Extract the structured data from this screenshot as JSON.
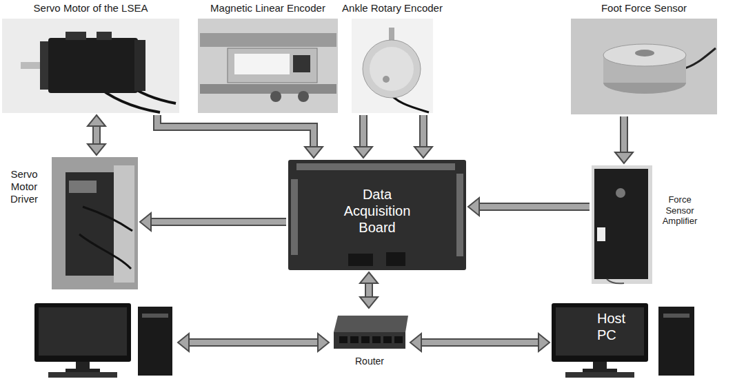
{
  "diagram": {
    "nodes": [
      {
        "text": [
          "Servo Motor of the LSEA"
        ]
      },
      {
        "text": [
          "Magnetic Linear Encoder"
        ]
      },
      {
        "text": [
          "Ankle Rotary Encoder"
        ]
      },
      {
        "text": [
          "Foot Force Sensor"
        ]
      },
      {
        "text": [
          "Servo Motor Driver"
        ]
      },
      {
        "text": [
          "Data Acquisition Board"
        ]
      },
      {
        "text": [
          "Force Sensor Amplifier"
        ]
      },
      {
        "text": []
      },
      {
        "text": [
          "Router"
        ]
      },
      {
        "text": [
          "Host PC"
        ]
      }
    ],
    "edges": [
      {
        "from": 0,
        "to": 4,
        "arrow": "both"
      },
      {
        "from": 0,
        "to": 5,
        "arrow": "to"
      },
      {
        "from": 1,
        "to": 5,
        "arrow": "to"
      },
      {
        "from": 2,
        "to": 5,
        "arrow": "to"
      },
      {
        "from": 3,
        "to": 6,
        "arrow": "to"
      },
      {
        "from": 6,
        "to": 5,
        "arrow": "to"
      },
      {
        "from": 5,
        "to": 4,
        "arrow": "to"
      },
      {
        "from": 5,
        "to": 8,
        "arrow": "both"
      },
      {
        "from": 8,
        "to": 7,
        "arrow": "both"
      },
      {
        "from": 8,
        "to": 9,
        "arrow": "both"
      }
    ]
  }
}
